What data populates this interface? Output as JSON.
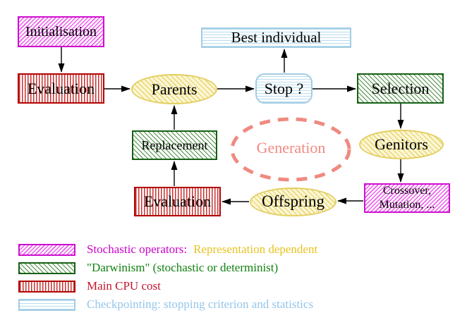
{
  "nodes": {
    "initialisation": "Initialisation",
    "evaluation_top": "Evaluation",
    "parents": "Parents",
    "best_individual": "Best individual",
    "stop": "Stop ?",
    "selection": "Selection",
    "genitors": "Genitors",
    "crossover": "Crossover,\nMutation, ...",
    "offspring": "Offspring",
    "evaluation_bottom": "Evaluation",
    "replacement": "Replacement",
    "generation": "Generation"
  },
  "legend": {
    "rows": [
      {
        "swatch": "magenta-diagonal-hatch",
        "text": "Stochastic operators:",
        "suffix": "Representation dependent"
      },
      {
        "swatch": "green-diagonal-hatch",
        "text": "\"Darwinism\" (stochastic or determinist)"
      },
      {
        "swatch": "red-vertical-stripes",
        "text": "Main CPU cost"
      },
      {
        "swatch": "cyan-horizontal-stripes",
        "text": "Checkpointing: stopping criterion and statistics"
      }
    ]
  },
  "colors": {
    "magenta": "#cf0fcf",
    "green": "#156015",
    "red": "#b40404",
    "cyan_blue": "#a3cde4",
    "yellow": "#e3cf62",
    "salmon": "#ef8a80",
    "gold_text": "#e8c222",
    "magenta_text": "#cc00cc",
    "green_text": "#128012",
    "red_text": "#c41430",
    "blue_text": "#95c6ea",
    "arrow": "#000000"
  }
}
